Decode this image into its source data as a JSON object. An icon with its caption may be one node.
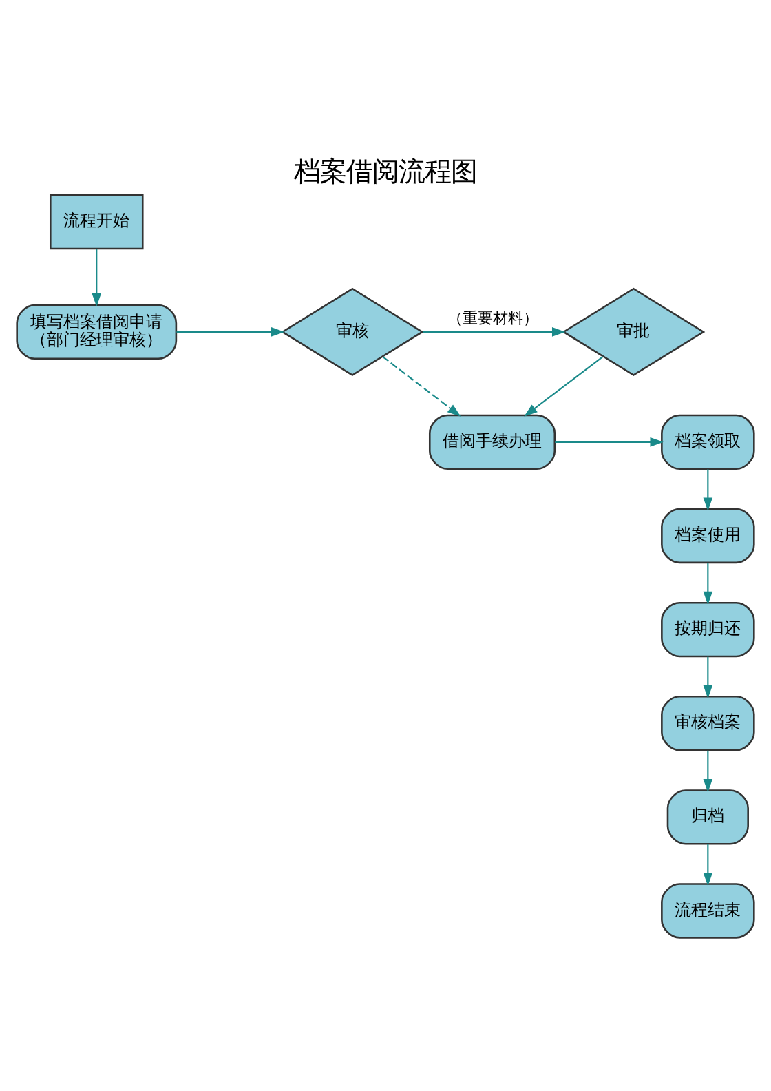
{
  "diagram": {
    "title": "档案借阅流程图",
    "nodes": [
      {
        "text": [
          "流程开始"
        ]
      },
      {
        "text": [
          "填写档案借阅申请",
          "（部门经理审核）"
        ]
      },
      {
        "text": [
          "审核"
        ]
      },
      {
        "text": [
          "审批"
        ]
      },
      {
        "text": [
          "借阅手续办理"
        ]
      },
      {
        "text": [
          "档案领取"
        ]
      },
      {
        "text": [
          "档案使用"
        ]
      },
      {
        "text": [
          "按期归还"
        ]
      },
      {
        "text": [
          "审核档案"
        ]
      },
      {
        "text": [
          "归档"
        ]
      },
      {
        "text": [
          "流程结束"
        ]
      }
    ],
    "edges": [
      {
        "from": 0,
        "to": 1,
        "arrow": "to"
      },
      {
        "from": 1,
        "to": 2,
        "arrow": "to"
      },
      {
        "from": 2,
        "to": 3,
        "arrow": "to",
        "label": "（重要材料）"
      },
      {
        "from": 2,
        "to": 4,
        "arrow": "to",
        "style": "dashed"
      },
      {
        "from": 3,
        "to": 4,
        "arrow": "to"
      },
      {
        "from": 4,
        "to": 5,
        "arrow": "to"
      },
      {
        "from": 5,
        "to": 6,
        "arrow": "to"
      },
      {
        "from": 6,
        "to": 7,
        "arrow": "to"
      },
      {
        "from": 7,
        "to": 8,
        "arrow": "to"
      },
      {
        "from": 8,
        "to": 9,
        "arrow": "to"
      },
      {
        "from": 9,
        "to": 10,
        "arrow": "to"
      }
    ]
  }
}
